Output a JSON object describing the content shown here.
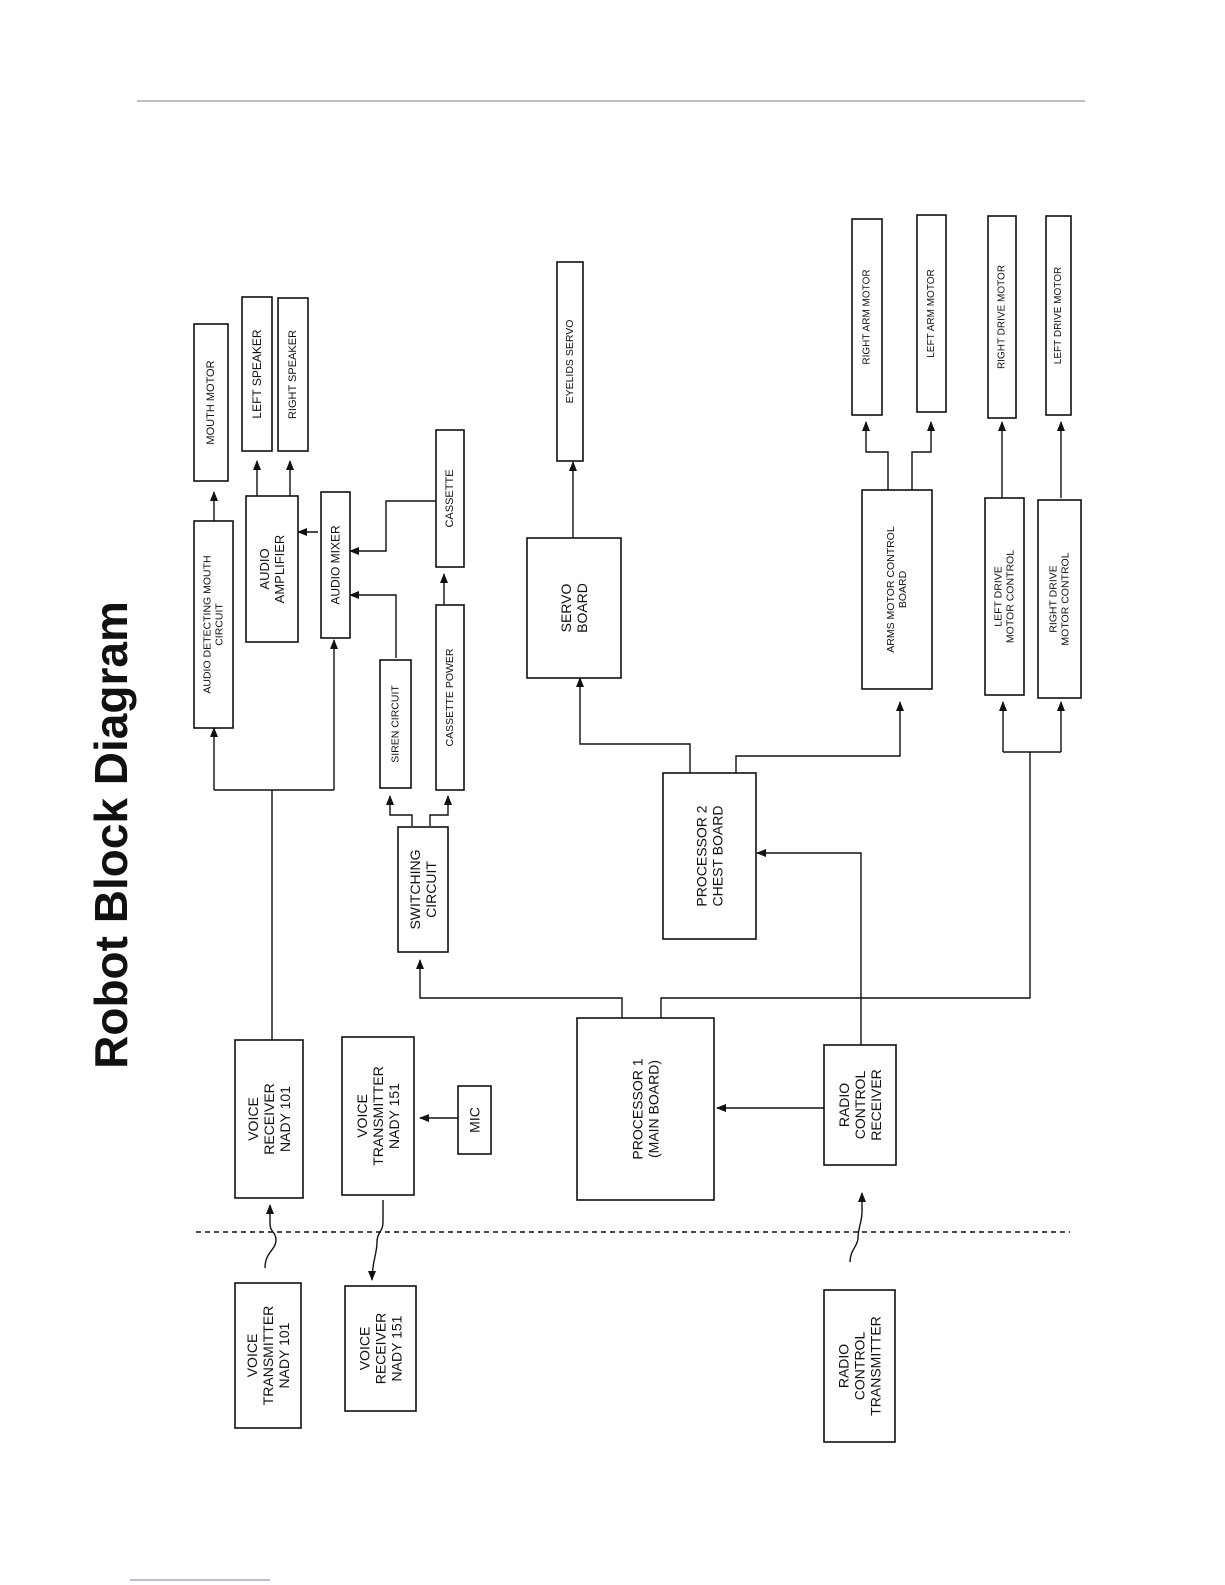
{
  "title": "Robot Block Diagram",
  "blocks": {
    "audio_detecting": [
      "AUDIO DETECTING MOUTH",
      "CIRCUIT"
    ],
    "mouth_motor": [
      "MOUTH MOTOR"
    ],
    "audio_amplifier": [
      "AUDIO",
      "AMPLIFIER"
    ],
    "left_speaker": [
      "LEFT SPEAKER"
    ],
    "right_speaker": [
      "RIGHT SPEAKER"
    ],
    "audio_mixer": [
      "AUDIO MIXER"
    ],
    "cassette": [
      "CASSETTE"
    ],
    "siren_circuit": [
      "SIREN CIRCUIT"
    ],
    "cassette_power": [
      "CASSETTE POWER"
    ],
    "switching_circuit": [
      "SWITCHING",
      "CIRCUIT"
    ],
    "servo_board": [
      "SERVO",
      "BOARD"
    ],
    "eyelids_servo": [
      "EYELIDS SERVO"
    ],
    "processor2": [
      "PROCESSOR 2",
      "CHEST BOARD"
    ],
    "arms_motor_control": [
      "ARMS MOTOR CONTROL",
      "BOARD"
    ],
    "right_arm_motor": [
      "RIGHT ARM MOTOR"
    ],
    "left_arm_motor": [
      "LEFT ARM MOTOR"
    ],
    "left_drive_control": [
      "LEFT DRIVE",
      "MOTOR CONTROL"
    ],
    "right_drive_control": [
      "RIGHT DRIVE",
      "MOTOR CONTROL"
    ],
    "right_drive_motor": [
      "RIGHT DRIVE MOTOR"
    ],
    "left_drive_motor": [
      "LEFT DRIVE MOTOR"
    ],
    "voice_receiver_101": [
      "VOICE",
      "RECEIVER",
      "NADY 101"
    ],
    "voice_transmitter_151": [
      "VOICE",
      "TRANSMITTER",
      "NADY 151"
    ],
    "mic": [
      "MIC"
    ],
    "processor1": [
      "PROCESSOR 1",
      "(MAIN BOARD)"
    ],
    "radio_control_receiver": [
      "RADIO",
      "CONTROL",
      "RECEIVER"
    ],
    "voice_transmitter_101": [
      "VOICE",
      "TRANSMITTER",
      "NADY 101"
    ],
    "voice_receiver_151": [
      "VOICE",
      "RECEIVER",
      "NADY 151"
    ],
    "radio_control_transmitter": [
      "RADIO",
      "CONTROL",
      "TRANSMITTER"
    ]
  }
}
